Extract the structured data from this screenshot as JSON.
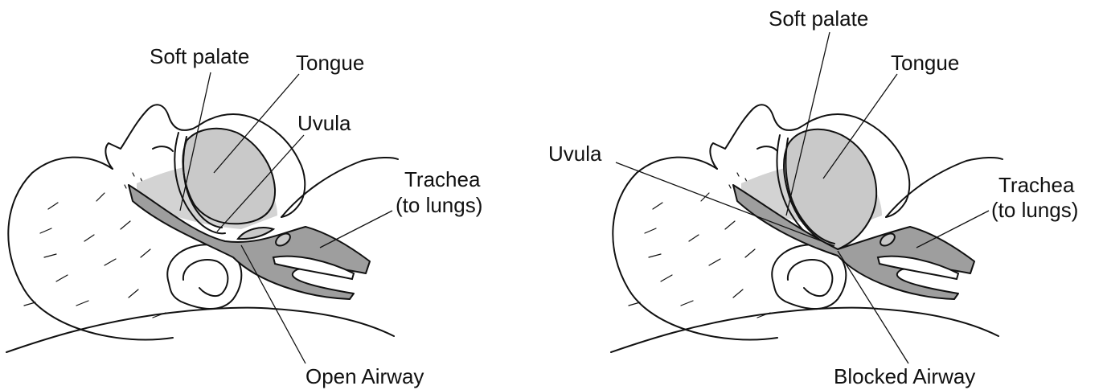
{
  "panels": [
    {
      "id": "open",
      "labels": {
        "soft_palate": "Soft palate",
        "tongue": "Tongue",
        "uvula": "Uvula",
        "trachea_line1": "Trachea",
        "trachea_line2": "(to lungs)",
        "airway": "Open Airway"
      }
    },
    {
      "id": "blocked",
      "labels": {
        "soft_palate": "Soft palate",
        "tongue": "Tongue",
        "uvula": "Uvula",
        "trachea_line1": "Trachea",
        "trachea_line2": "(to lungs)",
        "airway": "Blocked Airway"
      }
    }
  ],
  "colors": {
    "line": "#111111",
    "airway_fill": "#9e9e9e",
    "tissue_fill": "#d3d3d3",
    "background": "#ffffff"
  }
}
